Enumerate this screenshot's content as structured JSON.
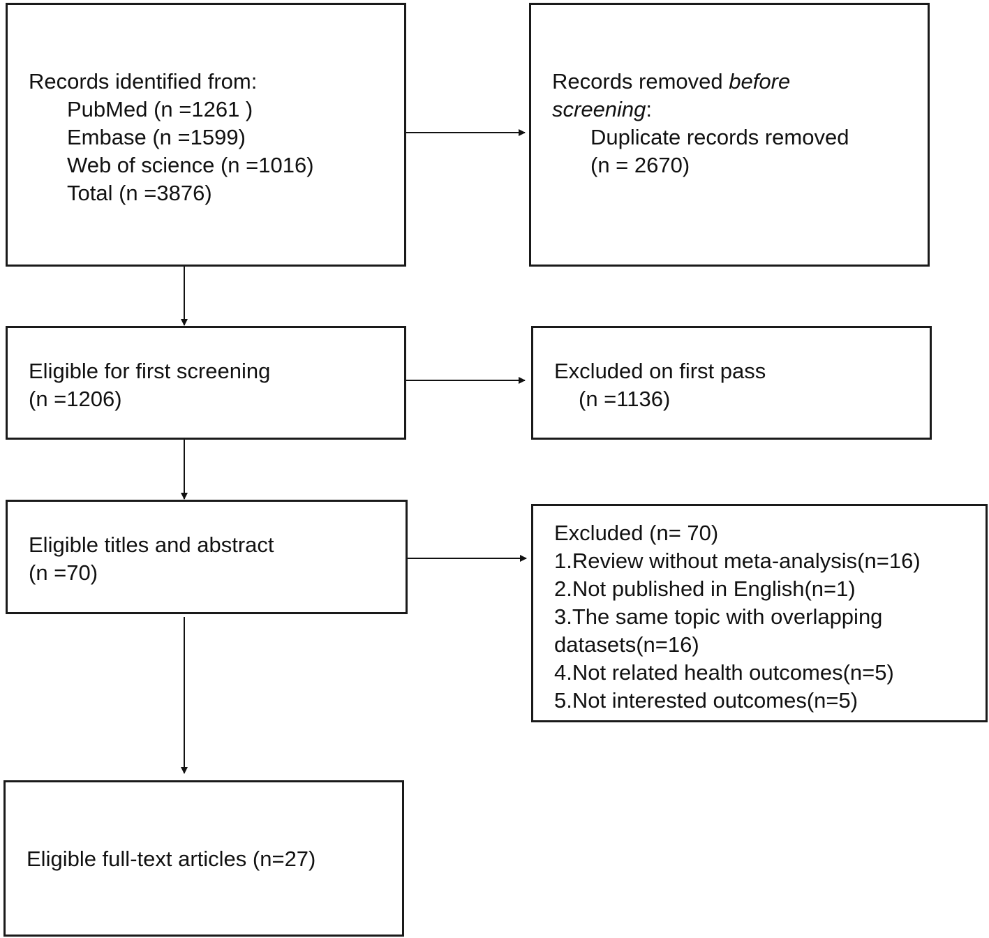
{
  "identification": {
    "header": "Records identified from:",
    "sources": [
      "PubMed (n =1261 )",
      "Embase (n =1599)",
      "Web of science (n =1016)",
      "Total (n =3876)"
    ]
  },
  "removed": {
    "label_prefix": "Records removed ",
    "label_italic_1": "before",
    "label_italic_2": "screening",
    "label_suffix": ":",
    "item": "Duplicate records removed",
    "count": "(n = 2670)"
  },
  "first_screening": {
    "label": "Eligible for first screening",
    "count": "(n =1206)"
  },
  "first_excluded": {
    "label": "Excluded on first pass",
    "count": "(n =1136)"
  },
  "titles_abstract": {
    "label": "Eligible titles and abstract",
    "count": "(n =70)"
  },
  "excluded_reasons": {
    "header": "Excluded (n= 70)",
    "lines": [
      "1.Review without meta-analysis(n=16)",
      "2.Not published in English(n=1)",
      "3.The same topic with overlapping",
      "datasets(n=16)",
      "4.Not related health outcomes(n=5)",
      "5.Not interested outcomes(n=5)"
    ]
  },
  "full_text": {
    "label": "Eligible full-text articles (n=27)"
  }
}
